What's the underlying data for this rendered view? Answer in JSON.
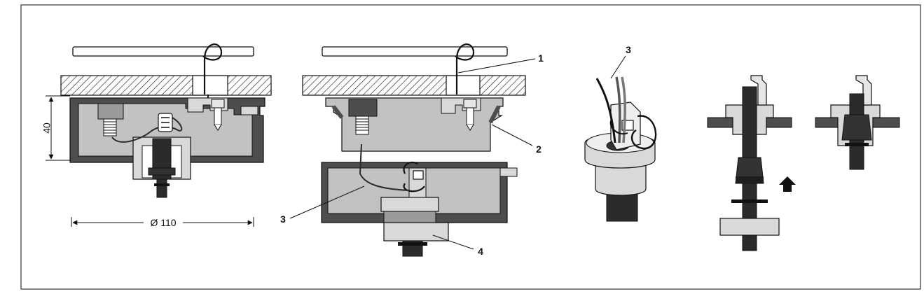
{
  "figure": {
    "dimensions": {
      "height_label": "40",
      "diameter_label": "Ø 110"
    },
    "callouts": {
      "c1": "1",
      "c2": "2",
      "c3_lower": "3",
      "c4": "4",
      "c3_upper": "3"
    }
  },
  "colors": {
    "housing_dark": "#4d4d4d",
    "housing_interior": "#c2c2c2",
    "metal_light": "#d9d9d9",
    "metal_mid": "#9a9a9a",
    "cable": "#2b2b2b",
    "outline": "#111111"
  },
  "icons": {
    "direction_arrow": "up-arrow-icon"
  }
}
